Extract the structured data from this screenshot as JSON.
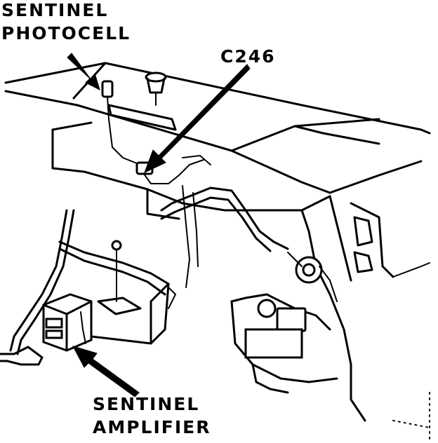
{
  "labels": {
    "photocell_line1": "SENTINEL",
    "photocell_line2": "PHOTOCELL",
    "connector": "C246",
    "amplifier_line1": "SENTINEL",
    "amplifier_line2": "AMPLIFIER"
  },
  "colors": {
    "ink": "#000000",
    "paper": "#ffffff"
  }
}
